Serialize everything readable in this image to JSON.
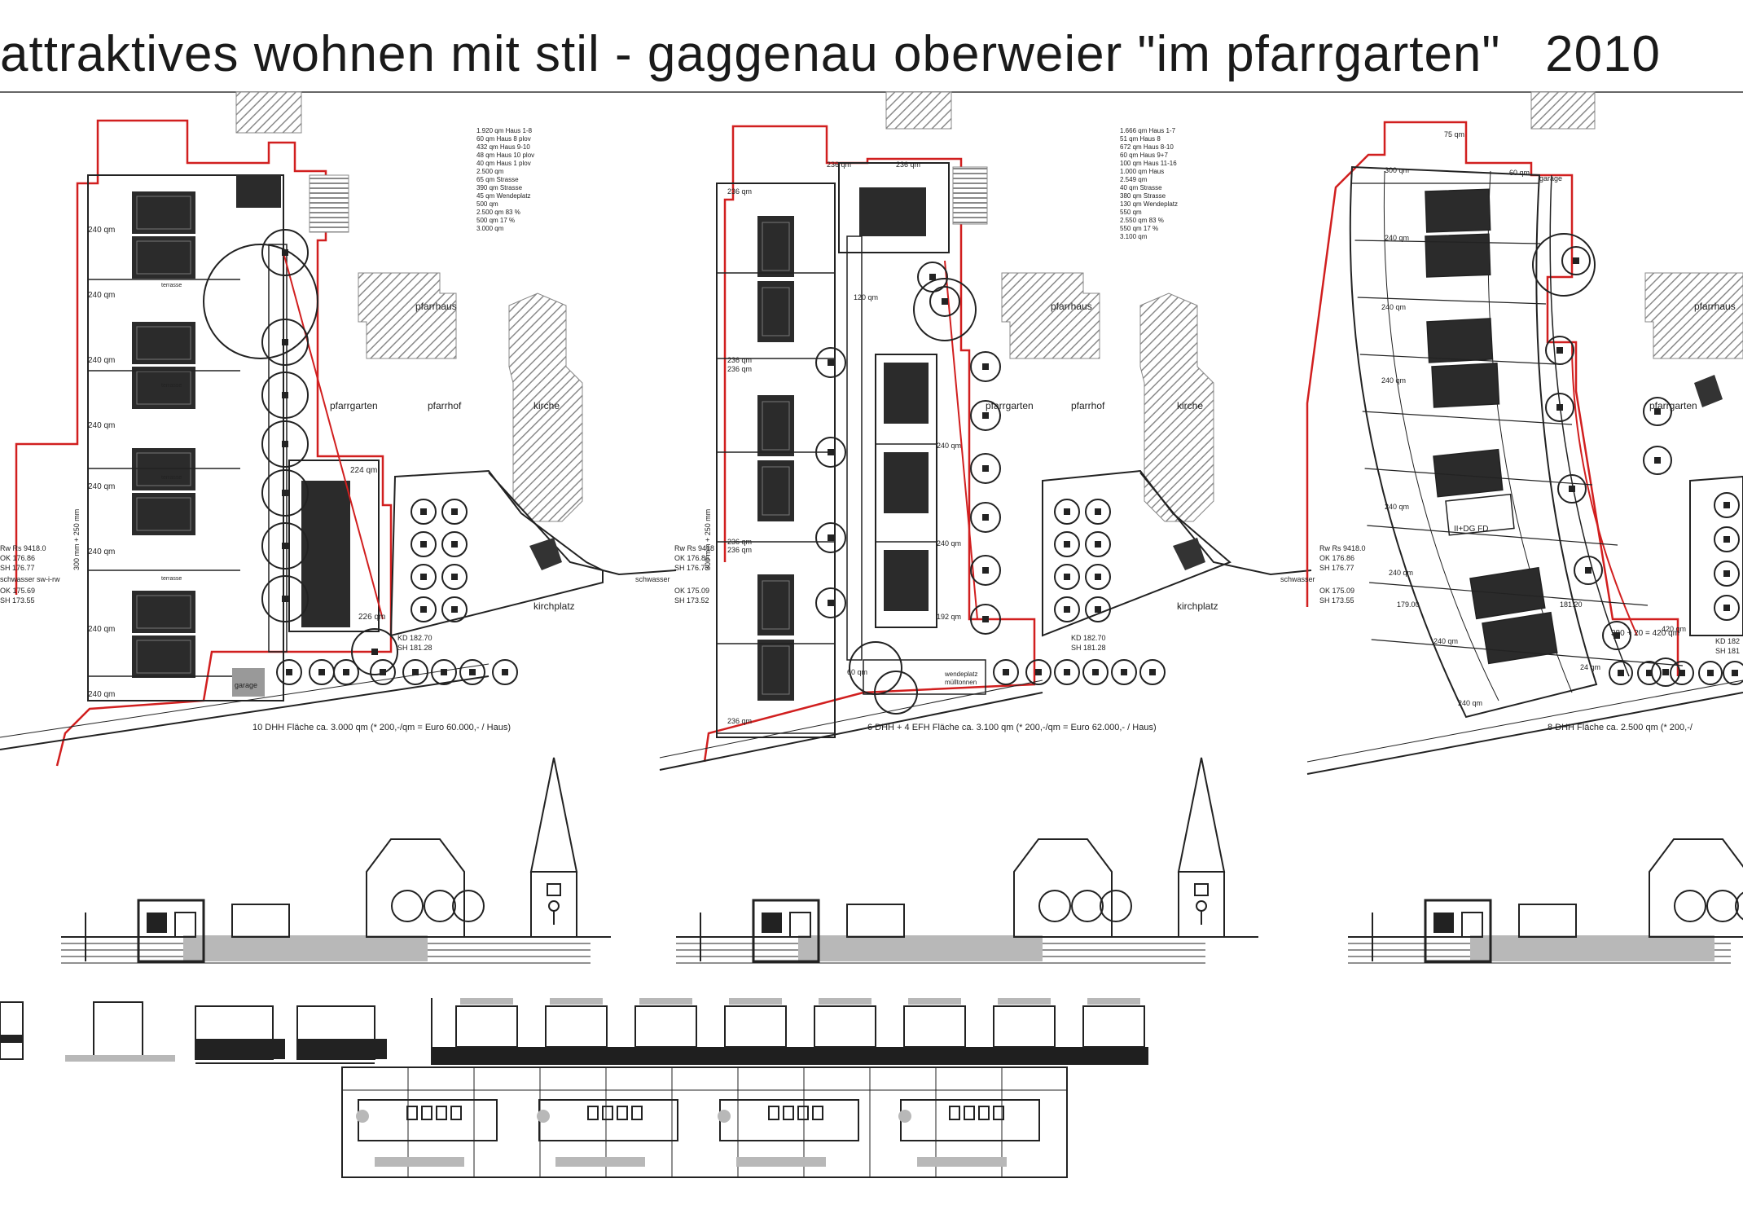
{
  "title": {
    "part1": "attraktives  wohnen  mit  stil  -  gaggenau oberweier  \"im pfarrgarten\"",
    "year": "2010"
  },
  "colors": {
    "line": "#1a1a1a",
    "red": "#d11f1f",
    "hatch": "#9a9a9a",
    "fill": "#2b2b2b",
    "grey": "#b8b8b8"
  },
  "plans": [
    {
      "id": "variant-1",
      "caption": "10  DHH  Fläche ca. 3.000 qm  (* 200,-/qm = Euro 60.000,- / Haus)",
      "area_labels": [
        "240 qm",
        "240 qm",
        "240 qm",
        "240 qm",
        "240 qm",
        "240 qm",
        "240 qm",
        "240 qm",
        "224 qm",
        "226 qm"
      ],
      "stats": [
        "1.920 qm  Haus 1-8",
        "60 qm  Haus 8 plov",
        "432 qm  Haus 9-10",
        "48 qm  Haus 10 plov",
        "40 qm  Haus 1 plov",
        "2.500 qm",
        "65 qm  Strasse",
        "390 qm  Strasse",
        "45 qm  Wendeplatz",
        "500 qm",
        "2.500 qm  83 %",
        "500 qm  17 %",
        "3.000 qm"
      ],
      "labels": {
        "pfarrhaus": "pfarrhaus",
        "pfarrgarten": "pfarrgarten",
        "pfarrhof": "pfarrhof",
        "kirche": "kirche",
        "kirchplatz": "kirchplatz",
        "terrasse": "terrasse",
        "garage": "garage",
        "rw": "Rw  Rs 9418.0",
        "ok": "OK 176.86",
        "sh": "SH 176.77",
        "schwasser": "schwasser  sw-i-rw",
        "ok2": "OK 175.69",
        "sh2": "SH 173.55",
        "kd": "KD 182.70",
        "sh3": "SH 181.28",
        "dist": "300 mm  +  250 mm"
      }
    },
    {
      "id": "variant-2",
      "caption": "6  DHH  + 4 EFH  Fläche ca. 3.100 qm  (* 200,-/qm = Euro 62.000,- / Haus)",
      "area_labels": [
        "236 qm",
        "236 qm",
        "236 qm",
        "236 qm",
        "236 qm",
        "236 qm",
        "236 qm",
        "240 qm",
        "240 qm",
        "192 qm",
        "120 qm",
        "60 qm",
        "236 qm"
      ],
      "stats": [
        "1.666 qm  Haus 1-7",
        "51 qm  Haus 8",
        "672 qm  Haus 8-10",
        "60 qm  Haus 9+7",
        "100 qm  Haus 11-16",
        "1.000 qm  Haus",
        "2.549 qm",
        "40 qm  Strasse",
        "380 qm  Strasse",
        "130 qm  Wendeplatz",
        "550 qm",
        "2.550 qm  83 %",
        "550 qm  17 %",
        "3.100 qm"
      ],
      "labels": {
        "pfarrhaus": "pfarrhaus",
        "pfarrgarten": "pfarrgarten",
        "pfarrhof": "pfarrhof",
        "kirche": "kirche",
        "kirchplatz": "kirchplatz",
        "rw": "Rw  Rs 9418",
        "ok": "OK 176.86",
        "sh": "SH 176.73",
        "schwasser": "schwasser",
        "ok2": "OK 175.09",
        "sh2": "SH 173.52",
        "kd": "KD 182.70",
        "sh3": "SH 181.28",
        "wendeplatz": "wendeplatz",
        "mueltonnen": "mülltonnen",
        "dist": "300 mm  +  250 mm"
      }
    },
    {
      "id": "variant-3",
      "caption": "8  DHH  Fläche ca. 2.500 qm  (* 200,-/",
      "area_labels": [
        "300 qm",
        "75 qm",
        "60 qm",
        "240 qm",
        "240 qm",
        "240 qm",
        "240 qm",
        "240 qm",
        "240 qm",
        "240 qm",
        "179.00",
        "181.20",
        "420 qm"
      ],
      "labels": {
        "pfarrhaus": "pfarrhaus",
        "pfarrgarten": "pfarrgarten",
        "garage": "garage",
        "rw": "Rw  Rs 9418.0",
        "ok": "OK 176.86",
        "sh": "SH 176.77",
        "schwasser": "schwasser",
        "ok2": "OK 175.09",
        "sh2": "SH 173.55",
        "kd": "KD 182",
        "sh3": "SH 181",
        "ogfd": "II+DG FD",
        "dimension": "380 + 20 = 420 qm",
        "num24": "24 qm"
      }
    }
  ]
}
